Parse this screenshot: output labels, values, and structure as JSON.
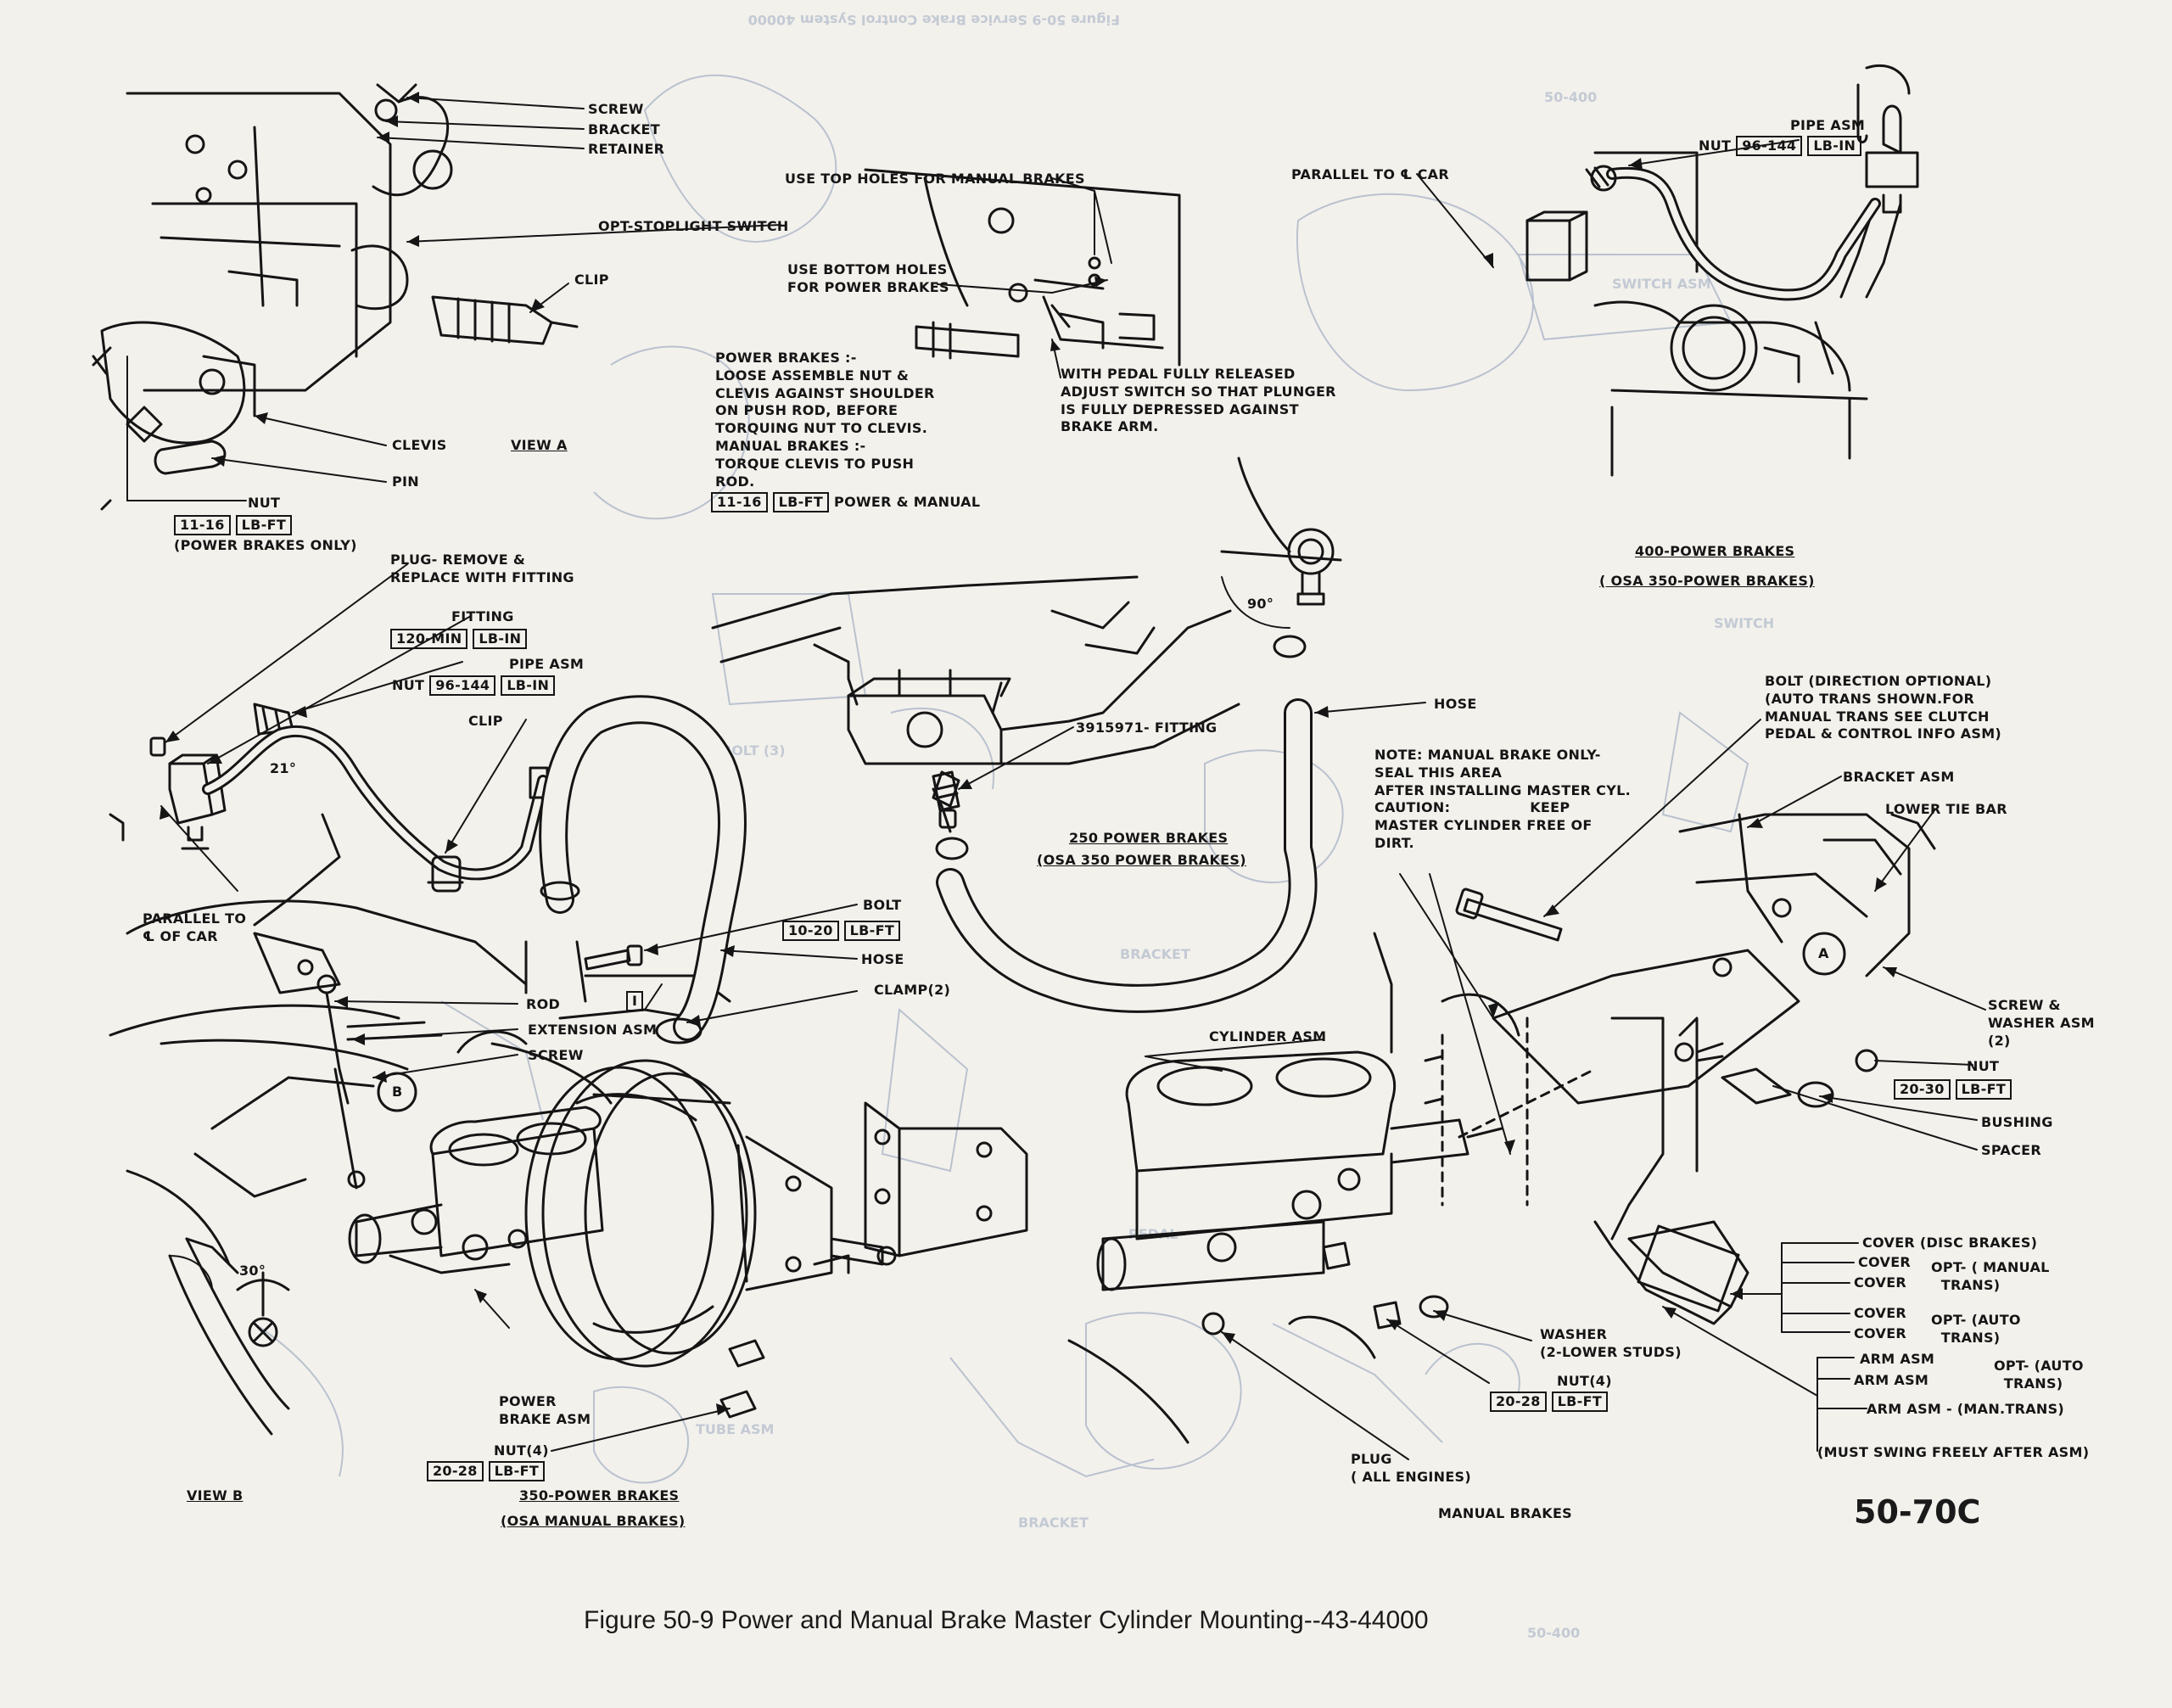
{
  "figure_caption": "Figure 50-9 Power and Manual Brake Master Cylinder Mounting--43-44000",
  "page_number": "50-70C",
  "colors": {
    "paper": "#f3f1ec",
    "ink": "#151515",
    "bleed_through": "#8a9ab8"
  },
  "view_a": {
    "screw": "SCREW",
    "bracket": "BRACKET",
    "retainer": "RETAINER",
    "stoplight_switch": "OPT-STOPLIGHT SWITCH",
    "clip": "CLIP",
    "clevis": "CLEVIS",
    "view_label": "VIEW A",
    "pin": "PIN",
    "nut": "NUT",
    "nut_torque_value": "11-16",
    "nut_torque_unit": "LB-FT",
    "power_only": "(POWER BRAKES ONLY)"
  },
  "switch_detail": {
    "top_holes": "USE TOP HOLES FOR MANUAL BRAKES",
    "bottom_holes": "USE BOTTOM HOLES\nFOR POWER BRAKES",
    "power_note": "POWER BRAKES :-\nLOOSE ASSEMBLE NUT &\nCLEVIS AGAINST SHOULDER\nON PUSH ROD, BEFORE\nTORQUING NUT TO CLEVIS.\nMANUAL BRAKES :-\nTORQUE CLEVIS TO PUSH\nROD.",
    "torque_value": "11-16",
    "torque_unit": "LB-FT",
    "torque_suffix": "POWER & MANUAL",
    "pedal_note": "WITH PEDAL FULLY RELEASED\nADJUST SWITCH SO THAT PLUNGER\nIS FULLY DEPRESSED AGAINST\nBRAKE ARM."
  },
  "engine_400": {
    "parallel": "PARALLEL TO ℄ CAR",
    "pipe_asm": "PIPE ASM",
    "nut": "NUT",
    "nut_value": "96-144",
    "nut_unit": "LB-IN",
    "title": "400-POWER BRAKES",
    "subtitle": "( OSA 350-POWER BRAKES)"
  },
  "engine_350": {
    "plug": "PLUG- REMOVE &\nREPLACE WITH FITTING",
    "fitting": "FITTING",
    "fitting_value": "120-MIN",
    "fitting_unit": "LB-IN",
    "pipe_asm": "PIPE ASM",
    "nut": "NUT",
    "nut_value": "96-144",
    "nut_unit": "LB-IN",
    "clip": "CLIP",
    "angle": "21°",
    "parallel": "PARALLEL TO\n℄ OF CAR",
    "bolt": "BOLT",
    "bolt_value": "10-20",
    "bolt_unit": "LB-FT",
    "hose": "HOSE",
    "clamp": "CLAMP(2)",
    "item_box": "I",
    "rod": "ROD",
    "extension": "EXTENSION ASM",
    "screw": "SCREW",
    "callout_b": "B",
    "angle_30": "30°",
    "view_b": "VIEW B",
    "booster": "POWER\nBRAKE ASM",
    "booster_nut": "NUT(4)",
    "booster_nut_value": "20-28",
    "booster_nut_unit": "LB-FT",
    "title": "350-POWER BRAKES",
    "subtitle": "(OSA MANUAL BRAKES)"
  },
  "engine_250": {
    "fitting": "3915971- FITTING",
    "hose": "HOSE",
    "angle_90": "90°",
    "title": "250 POWER BRAKES",
    "subtitle": "(OSA 350 POWER BRAKES)"
  },
  "manual": {
    "note": "NOTE: MANUAL BRAKE ONLY-\nSEAL THIS AREA\nAFTER INSTALLING MASTER CYL.\nCAUTION:                KEEP\nMASTER CYLINDER FREE OF\nDIRT.",
    "bolt": "BOLT (DIRECTION OPTIONAL)\n(AUTO TRANS SHOWN.FOR\nMANUAL TRANS SEE CLUTCH\nPEDAL & CONTROL INFO ASM)",
    "bracket": "BRACKET ASM",
    "tie_bar": "LOWER TIE BAR",
    "cylinder": "CYLINDER ASM",
    "callout_a": "A",
    "screw_washer": "SCREW &\nWASHER ASM\n(2)",
    "nut": "NUT",
    "nut_value": "20-30",
    "nut_unit": "LB-FT",
    "bushing": "BUSHING",
    "spacer": "SPACER",
    "cover_disc": "COVER (DISC BRAKES)",
    "cover1": "COVER",
    "cover2": "COVER",
    "opt_manual": "OPT- ( MANUAL\n  TRANS)",
    "cover3": "COVER",
    "cover4": "COVER",
    "opt_auto": "OPT- (AUTO\n  TRANS)",
    "arm1": "ARM ASM",
    "arm2": "ARM ASM",
    "opt_auto2": "OPT- (AUTO\n  TRANS)",
    "arm3": "ARM ASM  -  (MAN.TRANS)",
    "swing": "(MUST SWING FREELY AFTER ASM)",
    "washer": "WASHER\n(2-LOWER STUDS)",
    "nut4": "NUT(4)",
    "nut4_value": "20-28",
    "nut4_unit": "LB-FT",
    "plug": "PLUG\n( ALL ENGINES)",
    "footer": "MANUAL BRAKES"
  }
}
